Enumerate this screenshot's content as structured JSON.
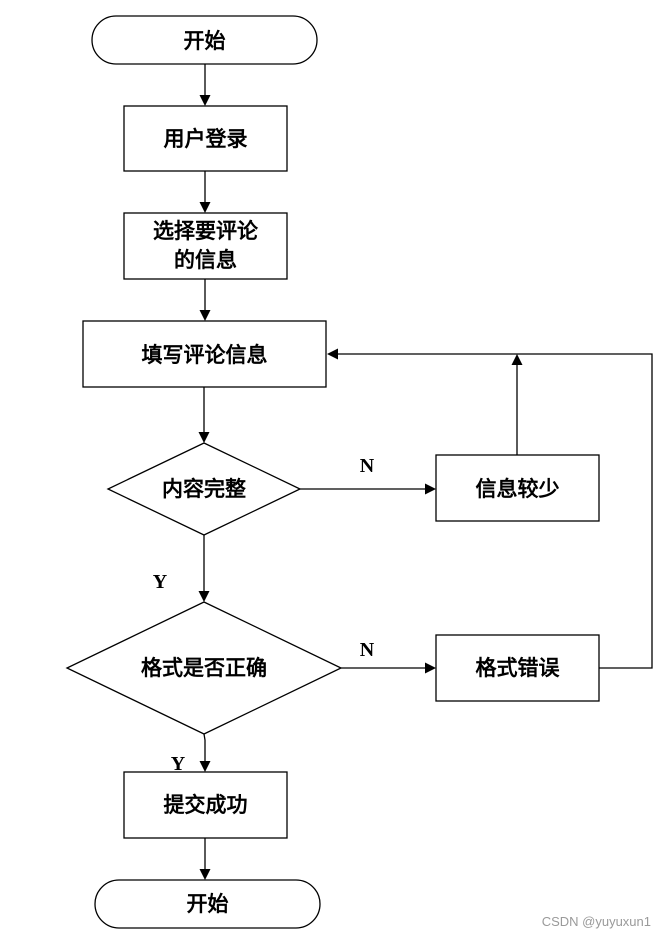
{
  "nodes": {
    "start": {
      "lines": [
        "开始"
      ]
    },
    "login": {
      "lines": [
        "用户登录"
      ]
    },
    "select_info": {
      "lines": [
        "选择要评论",
        "的信息"
      ]
    },
    "fill_comment": {
      "lines": [
        "填写评论信息"
      ]
    },
    "content_complete": {
      "lines": [
        "内容完整"
      ]
    },
    "info_too_short": {
      "lines": [
        "信息较少"
      ]
    },
    "format_correct": {
      "lines": [
        "格式是否正确"
      ]
    },
    "format_error": {
      "lines": [
        "格式错误"
      ]
    },
    "submit_success": {
      "lines": [
        "提交成功"
      ]
    },
    "end": {
      "lines": [
        "开始"
      ]
    }
  },
  "edge_labels": {
    "content_no": "N",
    "content_yes": "Y",
    "format_no": "N",
    "format_yes": "Y"
  },
  "watermark": "CSDN @yuyuxun1"
}
